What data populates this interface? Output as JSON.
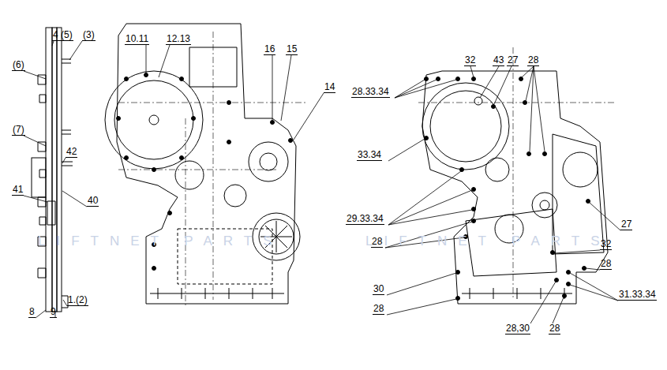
{
  "diagram": {
    "labels": [
      "4 (5)",
      "(3)",
      "(6)",
      "(7)",
      "42",
      "41",
      "40",
      "8",
      "9",
      "1.(2)",
      "10.11",
      "12.13",
      "16",
      "15",
      "14",
      "32",
      "43",
      "27",
      "28",
      "28.33.34",
      "33.34",
      "29.33.34",
      "28",
      "27",
      "32",
      "28",
      "30",
      "31.33.34",
      "28",
      "28,30",
      "28",
      "LIFTNET PARTS",
      "LIFTNET PARTS"
    ]
  }
}
